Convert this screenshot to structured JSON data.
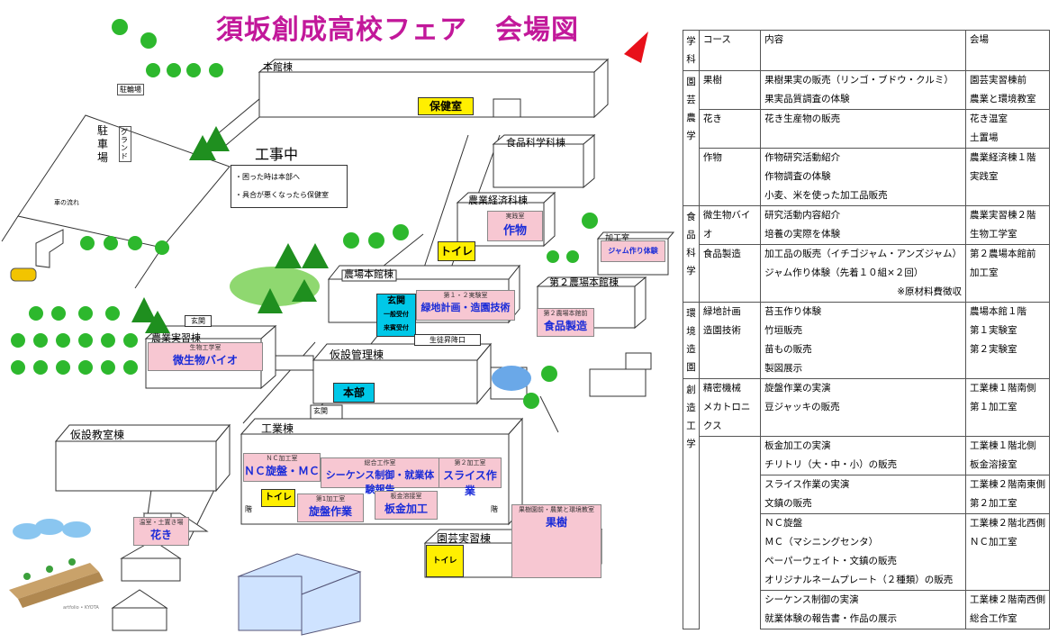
{
  "title": "須坂創成高校フェア　会場図",
  "map": {
    "honkan": "本館棟",
    "hokenshitsu": "保健室",
    "parking_small": "駐輪場",
    "parking": "駐\n車\n場",
    "ground": "グランド",
    "car_flow": "車の流れ",
    "construction": "工事中",
    "notes": [
      "・困った時は本部へ",
      "・具合が悪くなったら保健室"
    ],
    "shokuhin_kagaku": "食品科学科棟",
    "nogyo_keizai": "農業経済科棟",
    "jissenshitsu_small": "実践室",
    "sakumotsu": "作物",
    "toilet": "トイレ",
    "kakoushitsu": "加工室",
    "jam": "ジャム作り体験",
    "nojo_honkan": "農場本館棟",
    "genkan": "玄関",
    "ippan_uketsuke": "一般受付",
    "raibin_uketsuke": "来賓受付",
    "jikken_small": "第１・２実験室",
    "ryokuchi": "緑地計画・造園技術",
    "dai2_nojo": "第２農場本館棟",
    "dai2_small": "第２農場本館前",
    "shokuhin_seizo": "食品製造",
    "genkan2": "玄関",
    "seito_shoko": "生徒昇降口",
    "noen_jisshu": "農業実習棟",
    "seibutsu_small": "生物工学室",
    "biseibutsu": "微生物バイオ",
    "kari_kanri": "仮設管理棟",
    "honbu": "本部",
    "genkan3": "玄関",
    "kari_kyoshitsu": "仮設教室棟",
    "kogyo": "工業棟",
    "nc_small": "ＮＣ加工室",
    "nc_big": "ＮＣ旋盤・ＭＣ",
    "sogo_small": "総合工作室",
    "sequence": "シーケンス制御・就業体験報告",
    "dai2kako_small": "第２加工室",
    "slice": "スライス作業",
    "dai1kako_small": "第1加工室",
    "senban": "旋盤作業",
    "bankin_small": "板金溶接室",
    "bankin": "板金加工",
    "kaidan": "階",
    "kaiju_small": "果樹園前・農業と環境教室",
    "kaiju": "果樹",
    "engei_jisshu": "園芸実習棟",
    "hana_small": "温室・土置き場",
    "hana": "花き",
    "credit": "artfolio • KYOTA"
  },
  "table": {
    "headers": [
      "学科",
      "コース",
      "内容",
      "会場"
    ],
    "sections": [
      {
        "dept": "園芸農学",
        "rows": [
          {
            "course": "果樹",
            "content": [
              "果樹果実の販売（リンゴ・ブドウ・クルミ）",
              "果実品質調査の体験"
            ],
            "venue": [
              "園芸実習棟前",
              "農業と環境教室"
            ]
          },
          {
            "course": "花き",
            "content": [
              "花き生産物の販売"
            ],
            "venue": [
              "花き温室",
              "土置場"
            ]
          },
          {
            "course": "作物",
            "content": [
              "作物研究活動紹介",
              "作物調査の体験",
              "小麦、米を使った加工品販売"
            ],
            "venue": [
              "農業経済棟１階",
              "実践室"
            ]
          }
        ]
      },
      {
        "dept": "食品科学",
        "rows": [
          {
            "course": "微生物バイオ",
            "content": [
              "研究活動内容紹介",
              "培養の実際を体験"
            ],
            "venue": [
              "農業実習棟２階",
              "生物工学室"
            ]
          },
          {
            "course": "食品製造",
            "content": [
              "加工品の販売（イチゴジャム・アンズジャム）",
              "ジャム作り体験（先着１０組×２回）",
              "※原材料費徴収"
            ],
            "venue": [
              "第２農場本館前",
              "加工室"
            ]
          }
        ]
      },
      {
        "dept": "環境造園",
        "rows": [
          {
            "course": "緑地計画\n造園技術",
            "content": [
              "苔玉作り体験",
              "竹垣販売",
              "苗もの販売",
              "製図展示"
            ],
            "venue": [
              "農場本館１階",
              "第１実験室",
              "第２実験室"
            ]
          }
        ]
      },
      {
        "dept": "創造工学",
        "rows": [
          {
            "course": "精密機械\nメカトロニクス",
            "content": [
              "旋盤作業の実演",
              "豆ジャッキの販売"
            ],
            "venue": [
              "工業棟１階南側",
              "第１加工室"
            ]
          },
          {
            "course": "",
            "content": [
              "板金加工の実演",
              "チリトリ（大・中・小）の販売"
            ],
            "venue": [
              "工業棟１階北側",
              "板金溶接室"
            ]
          },
          {
            "course": "",
            "content": [
              "スライス作業の実演",
              "文鎮の販売"
            ],
            "venue": [
              "工業棟２階南東側",
              "第２加工室"
            ]
          },
          {
            "course": "",
            "content": [
              "ＮＣ旋盤",
              "ＭＣ（マシニングセンタ）",
              "ペーパーウェイト・文鎮の販売",
              "オリジナルネームプレート（２種類）の販売"
            ],
            "venue": [
              "工業棟２階北西側",
              "ＮＣ加工室"
            ]
          },
          {
            "course": "",
            "content": [
              "シーケンス制御の実演",
              "就業体験の報告書・作品の展示"
            ],
            "venue": [
              "工業棟２階南西側",
              "総合工作室"
            ]
          }
        ]
      }
    ]
  }
}
